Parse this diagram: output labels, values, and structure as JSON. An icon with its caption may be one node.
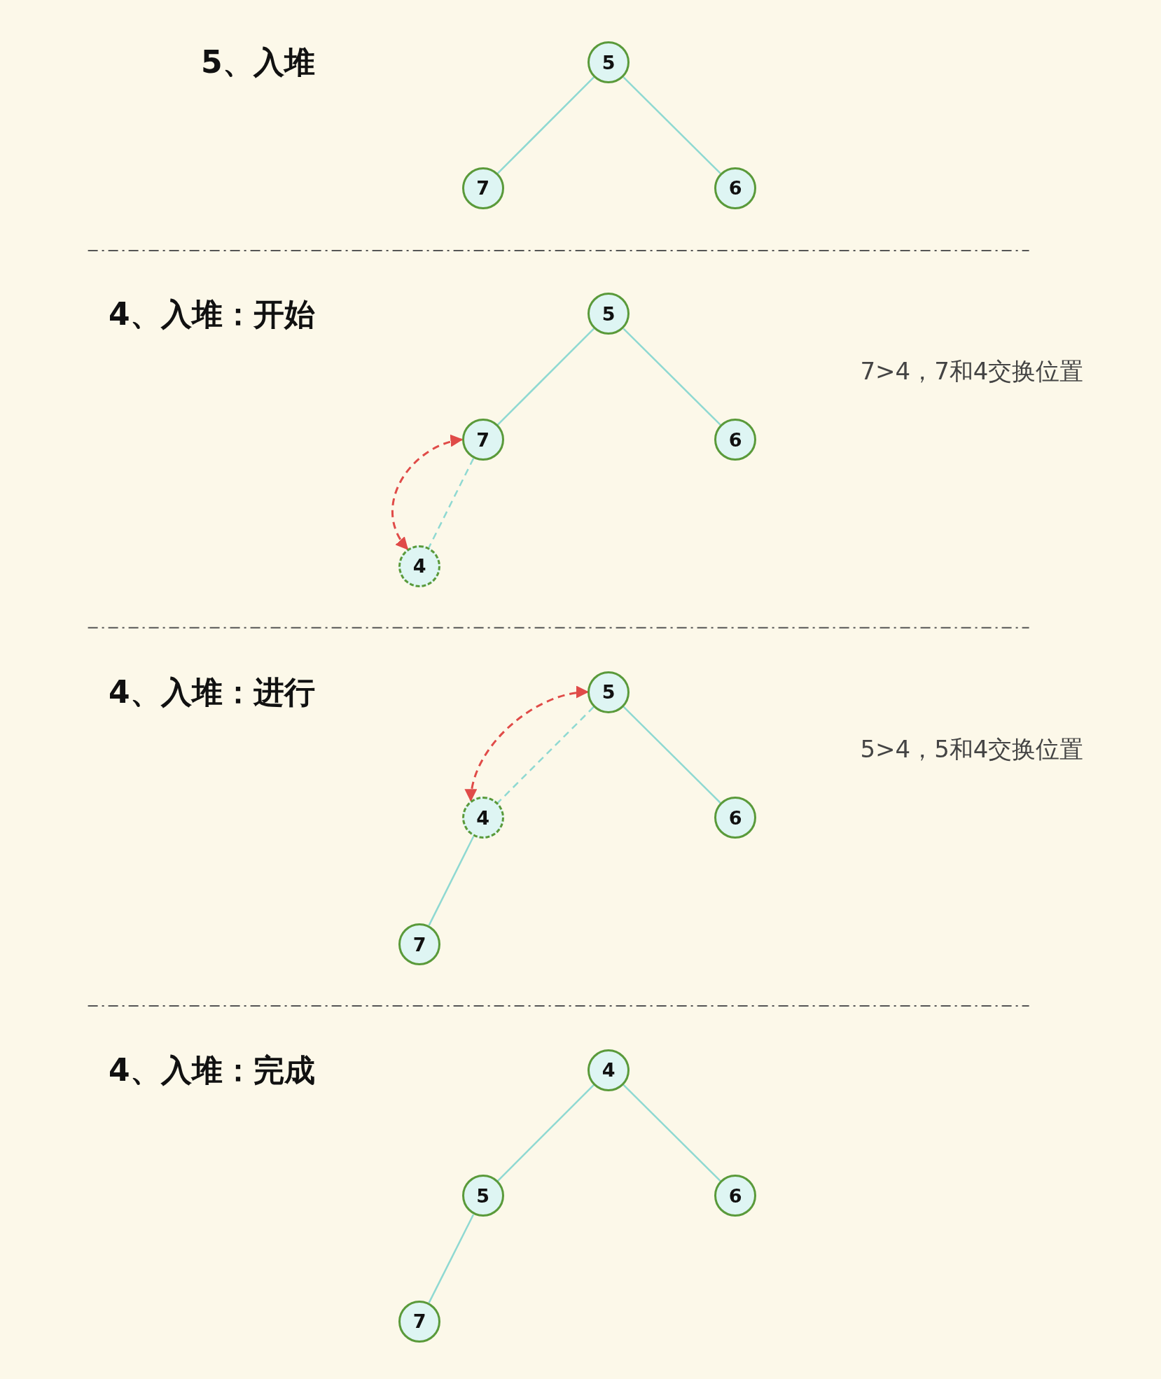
{
  "diagram": {
    "nodes": [
      {
        "text": [
          "5"
        ]
      },
      {
        "text": [
          "7"
        ]
      },
      {
        "text": [
          "6"
        ]
      },
      {
        "text": [
          "5"
        ]
      },
      {
        "text": [
          "7"
        ]
      },
      {
        "text": [
          "6"
        ]
      },
      {
        "text": [
          "4"
        ]
      },
      {
        "text": [
          "5"
        ]
      },
      {
        "text": [
          "4"
        ]
      },
      {
        "text": [
          "6"
        ]
      },
      {
        "text": [
          "7"
        ]
      },
      {
        "text": [
          "4"
        ]
      },
      {
        "text": [
          "5"
        ]
      },
      {
        "text": [
          "6"
        ]
      },
      {
        "text": [
          "7"
        ]
      }
    ],
    "edges": [
      {
        "from": 0,
        "to": 1,
        "arrow": "none"
      },
      {
        "from": 0,
        "to": 2,
        "arrow": "none"
      },
      {
        "from": 3,
        "to": 4,
        "arrow": "none"
      },
      {
        "from": 3,
        "to": 5,
        "arrow": "none"
      },
      {
        "from": 4,
        "to": 6,
        "arrow": "none",
        "style": "dashed"
      },
      {
        "from": 4,
        "to": 6,
        "arrow": "both",
        "style": "dashed",
        "color": "#e04b48"
      },
      {
        "from": 7,
        "to": 8,
        "arrow": "none",
        "style": "dashed"
      },
      {
        "from": 7,
        "to": 9,
        "arrow": "none"
      },
      {
        "from": 8,
        "to": 10,
        "arrow": "none"
      },
      {
        "from": 8,
        "to": 7,
        "arrow": "both",
        "style": "dashed",
        "color": "#e04b48"
      },
      {
        "from": 11,
        "to": 12,
        "arrow": "none"
      },
      {
        "from": 11,
        "to": 13,
        "arrow": "none"
      },
      {
        "from": 12,
        "to": 14,
        "arrow": "none"
      }
    ],
    "labels": [
      "5、入堆",
      "4、入堆：开始",
      "7>4，7和4交换位置",
      "4、入堆：进行",
      "5>4，5和4交换位置",
      "4、入堆：完成"
    ]
  }
}
